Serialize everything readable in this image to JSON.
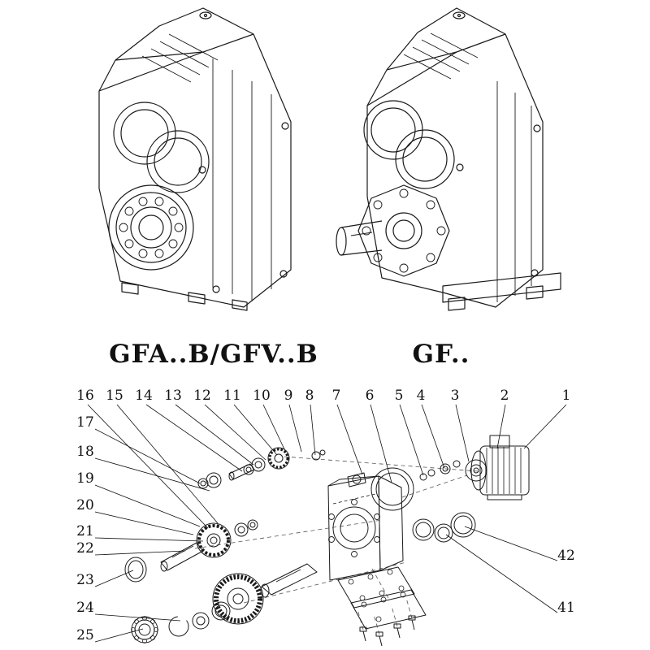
{
  "captions": {
    "left_model": "GFA..B/GFV..B",
    "right_model": "GF.."
  },
  "parts": {
    "top": [
      "16",
      "15",
      "14",
      "13",
      "12",
      "11",
      "10",
      "9",
      "8",
      "7",
      "6",
      "5",
      "4",
      "3",
      "2",
      "1"
    ],
    "left": [
      "17",
      "18",
      "19",
      "20",
      "21",
      "22",
      "23",
      "24",
      "25"
    ],
    "right": [
      "42",
      "41"
    ]
  },
  "colors": {
    "line": "#1a1a1a",
    "background": "#ffffff"
  }
}
